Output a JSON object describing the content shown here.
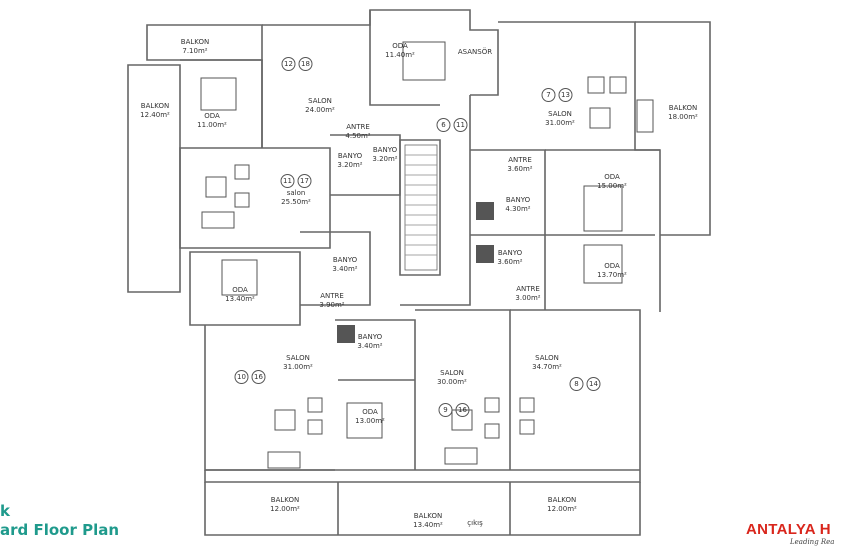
{
  "title": {
    "line1": "k",
    "line2": "ard Floor Plan",
    "color": "#1f9a8c"
  },
  "logo": {
    "brand": "ANTALYA H",
    "tagline": "Leading Rea",
    "color": "#d9261c"
  },
  "rooms": [
    {
      "name": "BALKON",
      "area": "7.10m²"
    },
    {
      "name": "BALKON",
      "area": "12.40m²"
    },
    {
      "name": "ODA",
      "area": "11.00m²"
    },
    {
      "name": "SALON",
      "area": "24.00m²"
    },
    {
      "name": "ODA",
      "area": "11.40m²"
    },
    {
      "name": "ASANSÖR",
      "area": ""
    },
    {
      "name": "ANTRE",
      "area": "4.50m²"
    },
    {
      "name": "BANYO",
      "area": "3.20m²"
    },
    {
      "name": "BANYO",
      "area": "3.20m²"
    },
    {
      "name": "salon",
      "area": "25.50m²"
    },
    {
      "name": "SALON",
      "area": "31.00m²"
    },
    {
      "name": "BALKON",
      "area": "18.00m²"
    },
    {
      "name": "ANTRE",
      "area": "3.60m²"
    },
    {
      "name": "ODA",
      "area": "15.00m²"
    },
    {
      "name": "BANYO",
      "area": "4.30m²"
    },
    {
      "name": "BANYO",
      "area": "3.60m²"
    },
    {
      "name": "ODA",
      "area": "13.70m²"
    },
    {
      "name": "ANTRE",
      "area": "3.00m²"
    },
    {
      "name": "BANYO",
      "area": "3.40m²"
    },
    {
      "name": "ODA",
      "area": "13.40m²"
    },
    {
      "name": "ANTRE",
      "area": "3.90m²"
    },
    {
      "name": "BANYO",
      "area": "3.40m²"
    },
    {
      "name": "SALON",
      "area": "31.00m²"
    },
    {
      "name": "ODA",
      "area": "13.00m²"
    },
    {
      "name": "SALON",
      "area": "30.00m²"
    },
    {
      "name": "SALON",
      "area": "34.70m²"
    },
    {
      "name": "BALKON",
      "area": "12.00m²"
    },
    {
      "name": "BALKON",
      "area": "13.40m²",
      "note": "çıkış"
    },
    {
      "name": "BALKON",
      "area": "12.00m²"
    }
  ],
  "unit_numbers": [
    [
      "12",
      "18"
    ],
    [
      "6",
      "11"
    ],
    [
      "11",
      "17"
    ],
    [
      "7",
      "13"
    ],
    [
      "10",
      "16"
    ],
    [
      "9",
      "16"
    ],
    [
      "8",
      "14"
    ]
  ]
}
